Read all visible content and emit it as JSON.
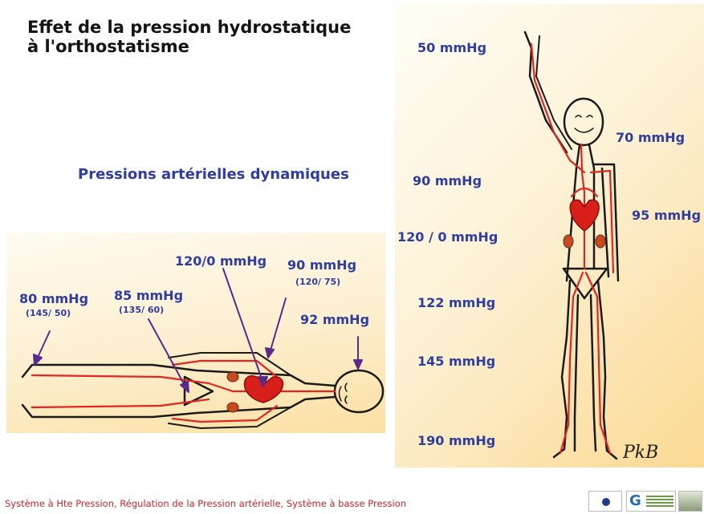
{
  "title_line1": "Effet de la pression hydrostatique",
  "title_line2": "à l'orthostatisme",
  "subtitle": "Pressions artérielles dynamiques",
  "standing": {
    "p_hand": "50 mmHg",
    "p_head": "70 mmHg",
    "p_neck": "90 mmHg",
    "p_arm": "95 mmHg",
    "p_heart": "120 / 0 mmHg",
    "p_pelvis": "122 mmHg",
    "p_knee": "145 mmHg",
    "p_foot": "190 mmHg"
  },
  "supine": {
    "p_heart": "120/0 mmHg",
    "p_arch": "90 mmHg",
    "p_arch_sub": "(120/ 75)",
    "p_head": "92 mmHg",
    "p_foot": "80 mmHg",
    "p_foot_sub": "(145/ 50)",
    "p_iliac": "85 mmHg",
    "p_iliac_sub": "(135/ 60)"
  },
  "signature": "PkB",
  "footer": "Système à Hte Pression, Régulation de la Pression artérielle, Système à basse Pression",
  "colors": {
    "label": "#2e3da0",
    "artery": "#e0261f",
    "outline": "#1a1a1a",
    "footer": "#c0282c"
  }
}
